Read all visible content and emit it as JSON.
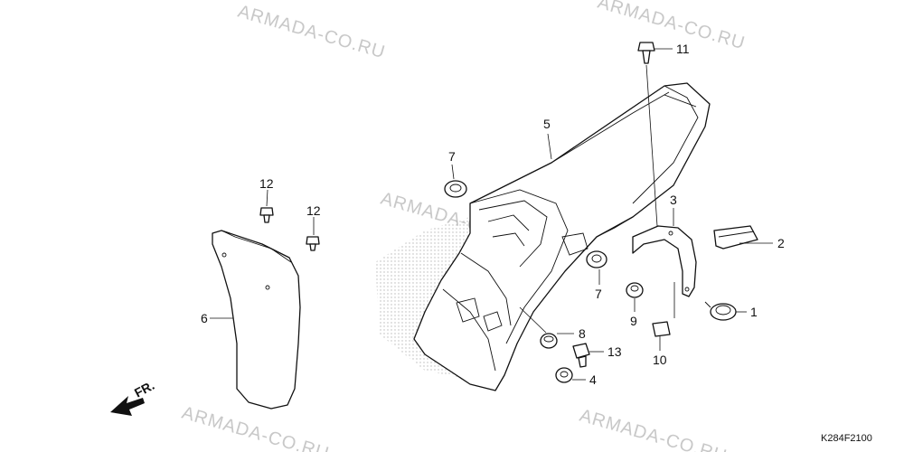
{
  "diagram": {
    "watermark": "ARMADA-CO.RU",
    "code": "K284F2100",
    "direction_label": "FR.",
    "callouts": [
      {
        "id": "1",
        "label": "1"
      },
      {
        "id": "2",
        "label": "2"
      },
      {
        "id": "3",
        "label": "3"
      },
      {
        "id": "4",
        "label": "4"
      },
      {
        "id": "5",
        "label": "5"
      },
      {
        "id": "6",
        "label": "6"
      },
      {
        "id": "7a",
        "label": "7"
      },
      {
        "id": "7b",
        "label": "7"
      },
      {
        "id": "8",
        "label": "8"
      },
      {
        "id": "9",
        "label": "9"
      },
      {
        "id": "10",
        "label": "10"
      },
      {
        "id": "11",
        "label": "11"
      },
      {
        "id": "12a",
        "label": "12"
      },
      {
        "id": "12b",
        "label": "12"
      },
      {
        "id": "13",
        "label": "13"
      }
    ]
  }
}
